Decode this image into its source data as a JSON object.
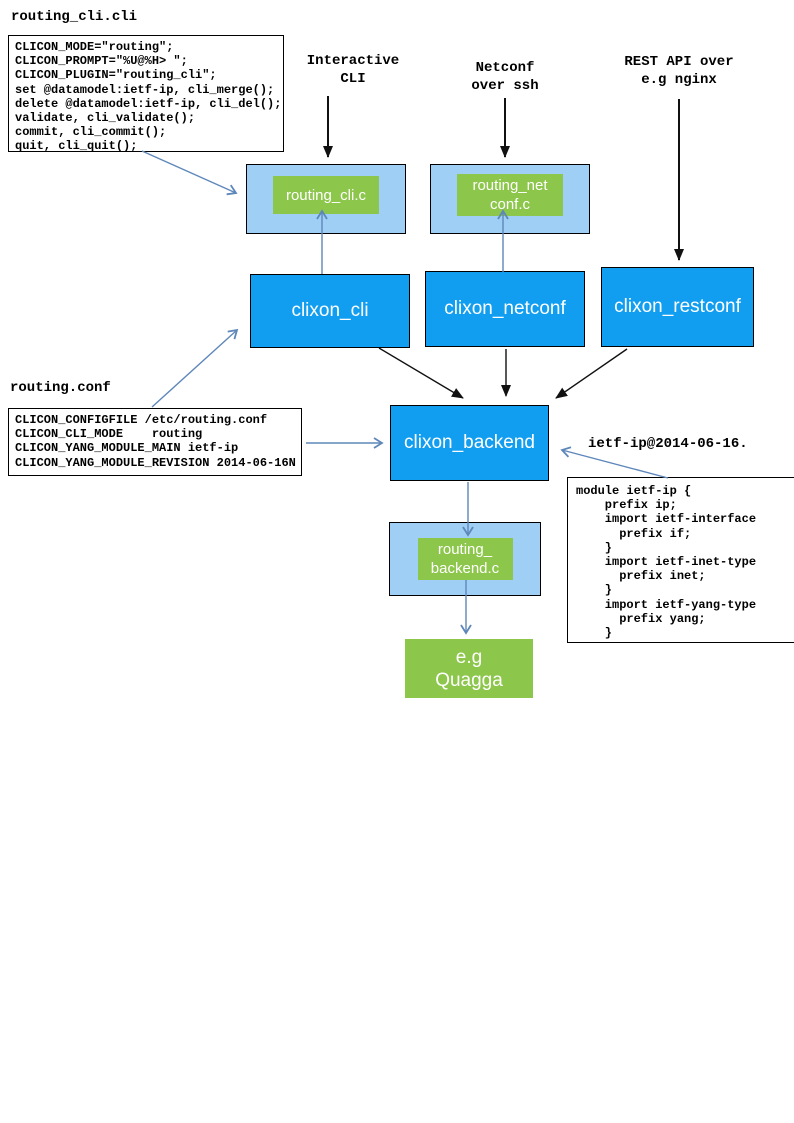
{
  "colors": {
    "process_blue": "#129EF0",
    "plugin_panel_blue": "#9FCFF5",
    "plugin_green": "#8CC64B",
    "arrow_blue": "#5E87BA",
    "arrow_black": "#111111"
  },
  "files": {
    "routing_cli": {
      "title": "routing_cli.cli",
      "code": [
        "CLICON_MODE=\"routing\";",
        "CLICON_PROMPT=\"%U@%H> \";",
        "CLICON_PLUGIN=\"routing_cli\";",
        "set @datamodel:ietf-ip, cli_merge();",
        "delete @datamodel:ietf-ip, cli_del();",
        "validate, cli_validate();",
        "commit, cli_commit();",
        "quit, cli_quit();"
      ]
    },
    "routing_conf": {
      "title": "routing.conf",
      "code": [
        "CLICON_CONFIGFILE /etc/routing.conf",
        "CLICON_CLI_MODE    routing",
        "CLICON_YANG_MODULE_MAIN ietf-ip",
        "CLICON_YANG_MODULE_REVISION 2014-06-16N"
      ]
    },
    "yang_module": {
      "title": "ietf-ip@2014-06-16.",
      "code": [
        "module ietf-ip {",
        "    prefix ip;",
        "    import ietf-interface",
        "      prefix if;",
        "    }",
        "    import ietf-inet-type",
        "      prefix inet;",
        "    }",
        "    import ietf-yang-type",
        "      prefix yang;",
        "    }"
      ]
    }
  },
  "io_labels": {
    "interactive_cli": [
      "Interactive",
      "CLI"
    ],
    "netconf_ssh": [
      "Netconf",
      "over ssh"
    ],
    "rest_api": [
      "REST API over",
      "e.g nginx"
    ]
  },
  "nodes": {
    "clixon_cli": "clixon_cli",
    "clixon_netconf": "clixon_netconf",
    "clixon_restconf": "clixon_restconf",
    "clixon_backend": "clixon_backend",
    "plugin_cli": "routing_cli.c",
    "plugin_netconf": [
      "routing_net",
      "conf.c"
    ],
    "plugin_backend": [
      "routing_",
      "backend.c"
    ],
    "quagga": [
      "e.g",
      "Quagga"
    ]
  }
}
